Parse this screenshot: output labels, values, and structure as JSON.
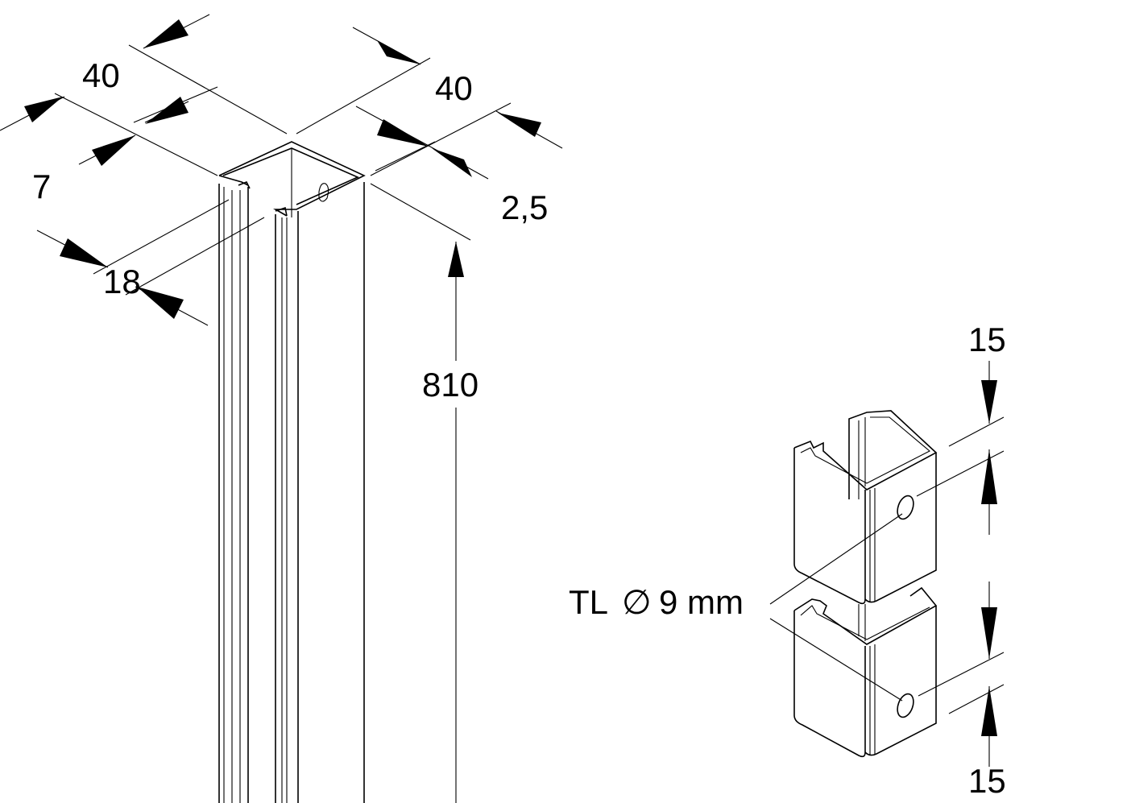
{
  "labels": {
    "width_top_left": "40",
    "width_top_right": "40",
    "lip": "7",
    "thickness": "2,5",
    "slot": "18",
    "height": "810",
    "hole_dim_top": "15",
    "hole_dim_bottom": "15",
    "hole_prefix": "TL",
    "hole_diameter_symbol": "∅",
    "hole_size": "9 mm"
  },
  "colors": {
    "line": "#000000",
    "background": "#ffffff"
  }
}
